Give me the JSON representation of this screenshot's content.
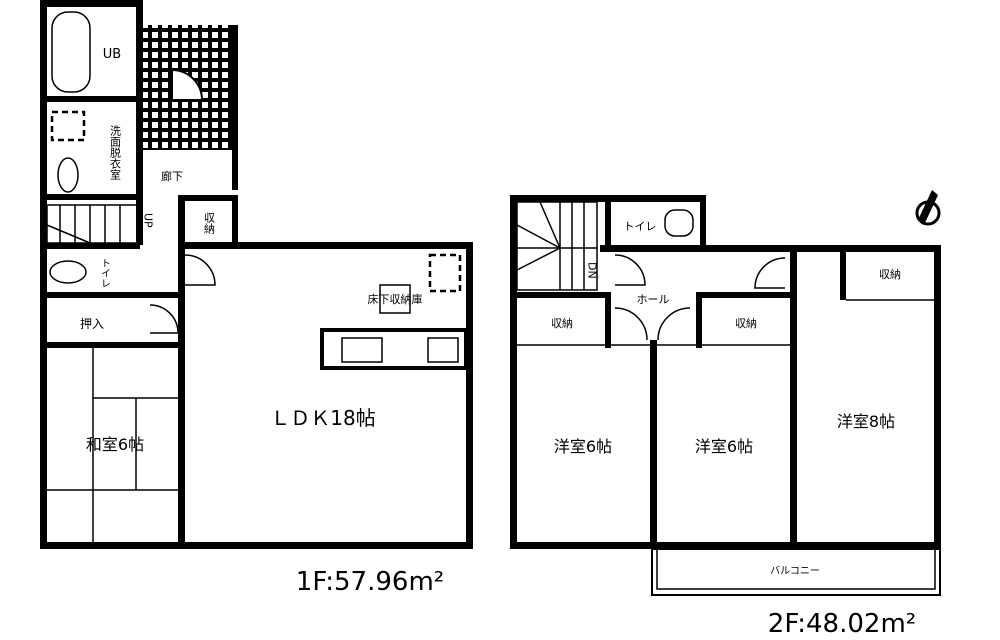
{
  "floor1": {
    "area_label": "1F:57.96m²",
    "rooms": {
      "bath": "UB",
      "washroom": "洗面脱衣室",
      "corridor": "廊下",
      "storage": "収納",
      "stairs": "UP",
      "toilet": "トイレ",
      "closet": "押入",
      "japanese_room": "和室6帖",
      "ldk": "ＬＤＫ18帖",
      "underfloor_storage": "床下収納庫"
    }
  },
  "floor2": {
    "area_label": "2F:48.02m²",
    "rooms": {
      "toilet": "トイレ",
      "stairs": "DN",
      "hall": "ホール",
      "storage_left": "収納",
      "storage_middle": "収納",
      "storage_right": "収納",
      "bedroom_left": "洋室6帖",
      "bedroom_middle": "洋室6帖",
      "bedroom_right": "洋室8帖",
      "balcony": "バルコニー"
    }
  },
  "compass_icon": "north-arrow-icon"
}
